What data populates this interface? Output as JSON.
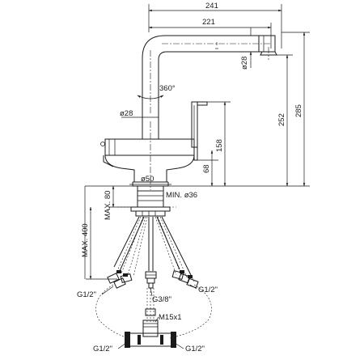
{
  "dimensions": {
    "total_reach": "241",
    "spout_reach": "221",
    "spout_diameter": "ø28",
    "rotation": "360°",
    "body_diameter": "ø28",
    "lever_height": "158",
    "base_height": "68",
    "spout_height": "252",
    "total_height": "285",
    "base_diameter": "ø50",
    "max_deck_thickness": "MAX. 80",
    "min_hole": "MIN. ø36",
    "max_hose_length": "MAX. 400",
    "hose_left": "G1/2\"",
    "hose_right": "G1/2\"",
    "center_thread": "G3/8\"",
    "connector_thread": "M15x1",
    "tee_left": "G1/2\"",
    "tee_right": "G1/2\""
  }
}
